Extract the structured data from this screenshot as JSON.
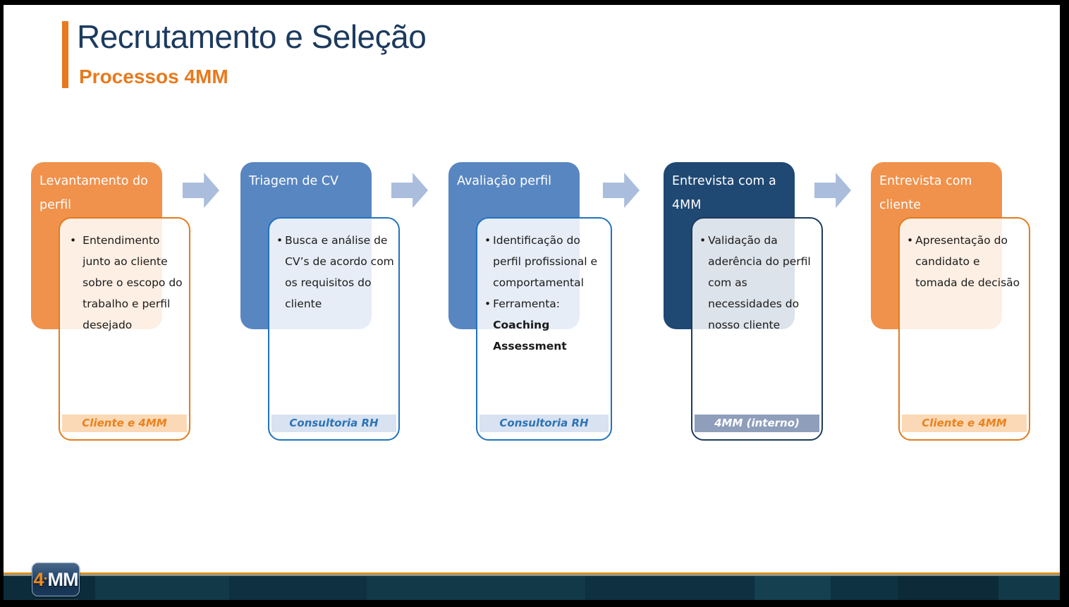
{
  "title": {
    "main": "Recrutamento e Seleção",
    "subtitle": "Processos 4MM"
  },
  "bullet_glyph": "•",
  "steps": [
    {
      "header": "Levantamento do perfil",
      "theme": "orange",
      "bullets": [
        {
          "text": "Entendimento junto ao cliente sobre o escopo do trabalho e perfil desejado"
        }
      ],
      "footer": "Cliente e 4MM"
    },
    {
      "header": "Triagem de CV",
      "theme": "blue",
      "bullets": [
        {
          "text": "Busca e análise de CV’s de acordo com os requisitos do cliente"
        }
      ],
      "footer": "Consultoria RH"
    },
    {
      "header": "Avaliação perfil",
      "theme": "blue",
      "bullets": [
        {
          "text": "Identificação do perfil profissional e comportamental"
        },
        {
          "text": "Ferramenta:",
          "bold": "Coaching Assessment"
        }
      ],
      "footer": "Consultoria RH"
    },
    {
      "header": "Entrevista com a 4MM",
      "theme": "navy",
      "bullets": [
        {
          "text": "Validação da aderência do perfil com as necessidades do nosso cliente"
        }
      ],
      "footer": "4MM (interno)"
    },
    {
      "header": "Entrevista com cliente",
      "theme": "orange",
      "bullets": [
        {
          "text": "Apresentação do candidato e tomada de decisão"
        }
      ],
      "footer": "Cliente e 4MM"
    }
  ],
  "logo": {
    "text_4": "4",
    "text_mm": "MM"
  },
  "colors": {
    "title_navy": "#1C3A5E",
    "accent_orange": "#E8791D",
    "header_orange": "#F0914C",
    "header_blue": "#5886C1",
    "header_navy": "#1F4873",
    "card_border_orange": "#E07C1E",
    "card_border_blue": "#2173BD",
    "card_border_navy": "#1E3A5C",
    "footer_band_orange": "#FBD9B6",
    "footer_band_blue": "#D8E2F1",
    "footer_band_slate": "#8E9EBB",
    "arrow_blue": "#AABDDC",
    "bottom_band_teal": "#0E3040",
    "bottom_line_gold": "#DD9218"
  }
}
